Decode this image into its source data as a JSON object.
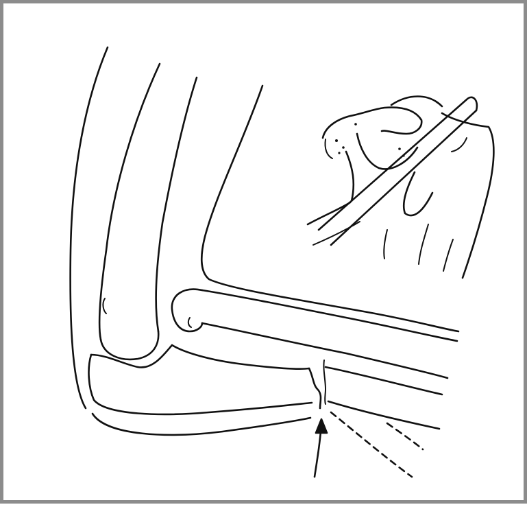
{
  "figure": {
    "kind": "line-drawing",
    "subject": "elbow-and-forearm-bone-fracture-sketch",
    "inset": "hand-holding-rod",
    "pointer": "arrow-at-fracture",
    "frame_color": "#8c8c8c",
    "line_color": "#111111",
    "background": "#ffffff"
  }
}
